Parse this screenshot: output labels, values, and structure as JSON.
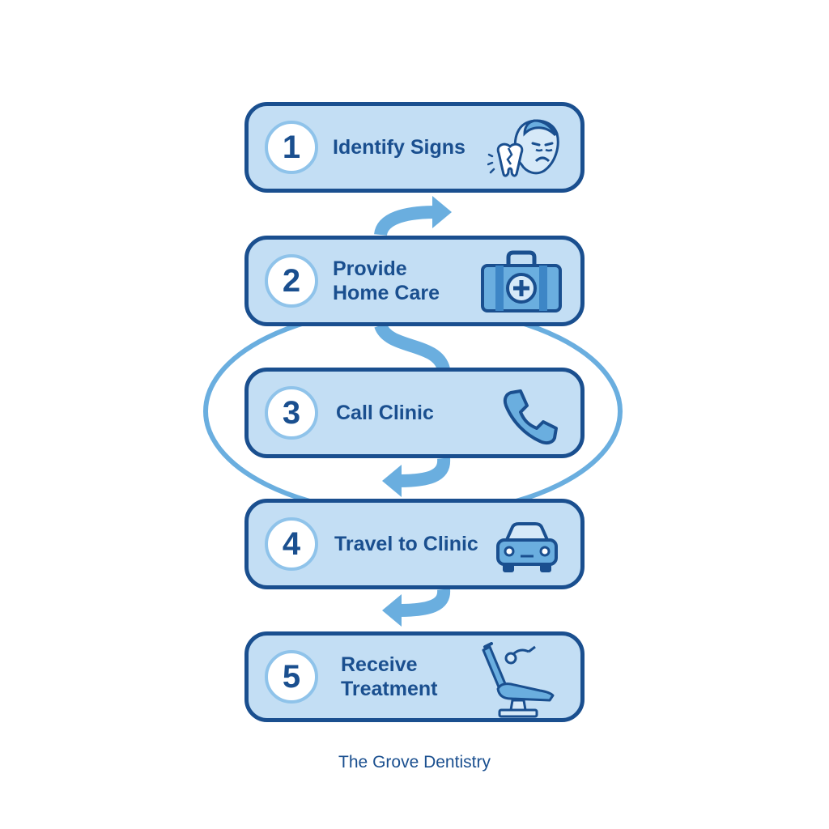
{
  "steps": [
    {
      "number": "1",
      "label_lines": [
        "Identify Signs"
      ],
      "icon": "toothache-face-icon"
    },
    {
      "number": "2",
      "label_lines": [
        "Provide",
        "Home Care"
      ],
      "icon": "first-aid-kit-icon"
    },
    {
      "number": "3",
      "label_lines": [
        "Call Clinic"
      ],
      "icon": "phone-icon"
    },
    {
      "number": "4",
      "label_lines": [
        "Travel to Clinic"
      ],
      "icon": "car-icon"
    },
    {
      "number": "5",
      "label_lines": [
        "Receive",
        "Treatment"
      ],
      "icon": "dental-chair-icon"
    }
  ],
  "footer": {
    "brand": "The Grove Dentistry"
  },
  "colors": {
    "box_fill": "#c3def4",
    "box_border": "#1a4f8f",
    "text": "#1a4f8f",
    "connector": "#6aaedf",
    "number_ring": "#8fc3ea"
  }
}
